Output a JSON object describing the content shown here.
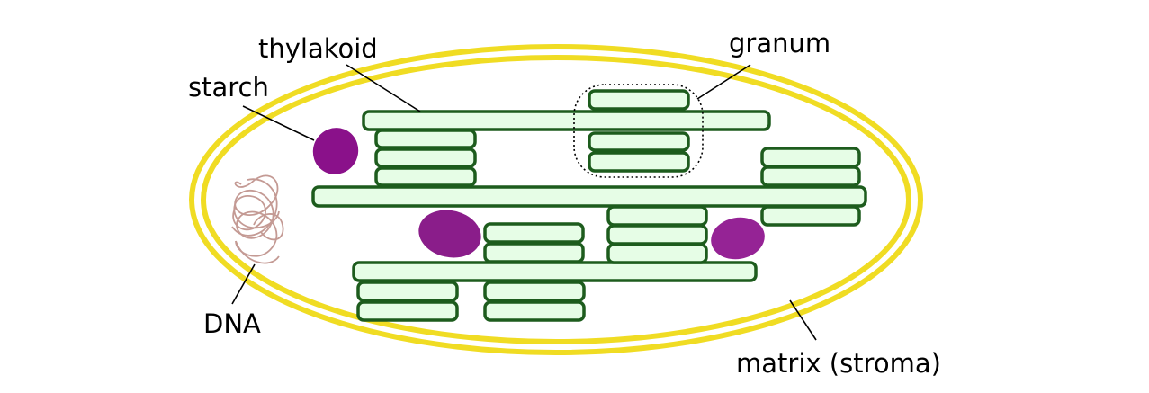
{
  "diagram": {
    "labels": {
      "thylakoid": "thylakoid",
      "granum": "granum",
      "starch": "starch",
      "dna": "DNA",
      "matrix": "matrix (stroma)"
    },
    "colors": {
      "membrane": "#f0dc23",
      "thylakoid_fill": "#e6fde6",
      "thylakoid_stroke": "#1d5c1d",
      "starch": "#8a118a",
      "dna": "#c49a94"
    }
  }
}
